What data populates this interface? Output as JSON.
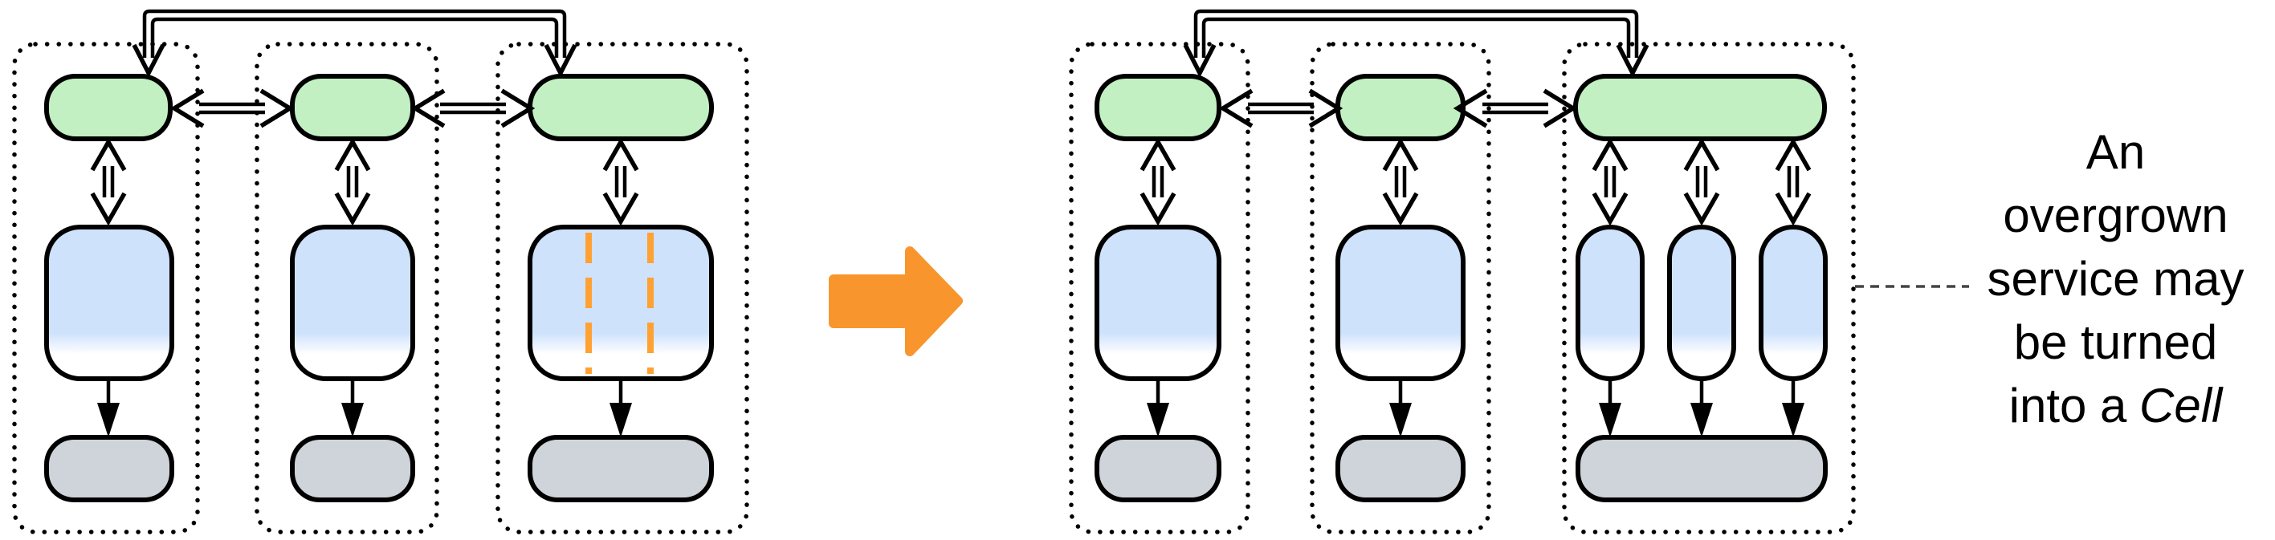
{
  "colors": {
    "node_green": "#c2f0c2",
    "node_blue": "#cfe2fc",
    "node_gray": "#ced4da",
    "stroke_black": "#000000",
    "transform_orange": "#f8952d",
    "split_dash_orange": "#ffa133",
    "leader_dash_gray": "#444444",
    "white": "#ffffff"
  },
  "annotation": {
    "lines": [
      "An",
      "overgrown",
      "service may",
      "be turned",
      "into a"
    ],
    "italic_word": "Cell"
  },
  "icons": {
    "transform_arrow": "right-arrow"
  },
  "diagram": {
    "before": {
      "cells": [
        {
          "id": "cell-1",
          "router_nodes": 1,
          "service_nodes": 1,
          "datastore_nodes": 1
        },
        {
          "id": "cell-2",
          "router_nodes": 1,
          "service_nodes": 1,
          "datastore_nodes": 1
        },
        {
          "id": "cell-3",
          "router_nodes": 1,
          "service_nodes": 1,
          "datastore_nodes": 1,
          "split_markers": 2
        }
      ],
      "router_links": [
        "cell-1<->cell-2",
        "cell-2<->cell-3",
        "cell-1<->cell-3"
      ]
    },
    "after": {
      "cells": [
        {
          "id": "cell-1",
          "router_nodes": 1,
          "service_nodes": 1,
          "datastore_nodes": 1
        },
        {
          "id": "cell-2",
          "router_nodes": 1,
          "service_nodes": 1,
          "datastore_nodes": 1
        },
        {
          "id": "cell-3",
          "router_nodes": 1,
          "service_nodes": 3,
          "datastore_nodes": 1
        }
      ],
      "router_links": [
        "cell-1<->cell-2",
        "cell-2<->cell-3",
        "cell-1<->cell-3"
      ]
    }
  }
}
